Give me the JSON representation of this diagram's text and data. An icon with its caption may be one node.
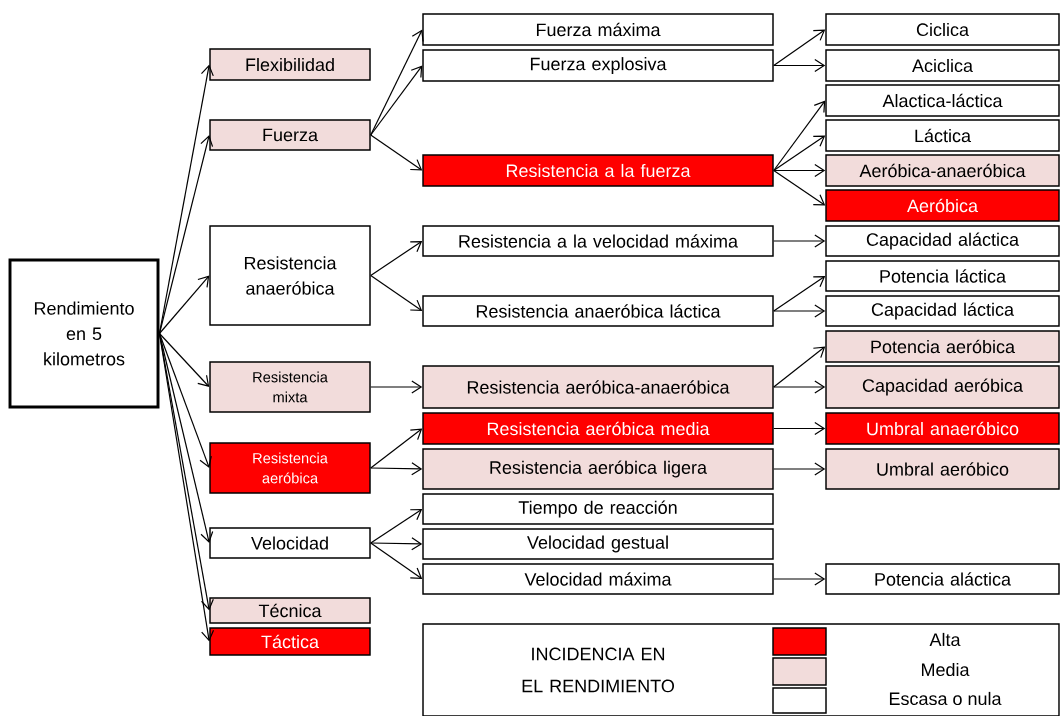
{
  "diagram": {
    "nodes": [
      {
        "text": [
          "Rendimiento en 5 kilometros"
        ]
      },
      {
        "text": [
          "Flexibilidad"
        ]
      },
      {
        "text": [
          "Fuerza"
        ]
      },
      {
        "text": [
          "Resistencia anaeróbica"
        ]
      },
      {
        "text": [
          "Resistencia mixta"
        ]
      },
      {
        "text": [
          "Resistencia aeróbica"
        ]
      },
      {
        "text": [
          "Velocidad"
        ]
      },
      {
        "text": [
          "Técnica"
        ]
      },
      {
        "text": [
          "Táctica"
        ]
      },
      {
        "text": [
          "Fuerza máxima"
        ]
      },
      {
        "text": [
          "Fuerza explosiva"
        ]
      },
      {
        "text": [
          "Resistencia a la fuerza"
        ]
      },
      {
        "text": [
          "Resistencia a la velocidad máxima"
        ]
      },
      {
        "text": [
          "Resistencia anaeróbica láctica"
        ]
      },
      {
        "text": [
          "Resistencia aeróbica-anaeróbica"
        ]
      },
      {
        "text": [
          "Resistencia aeróbica media"
        ]
      },
      {
        "text": [
          "Resistencia aeróbica ligera"
        ]
      },
      {
        "text": [
          "Tiempo de reacción"
        ]
      },
      {
        "text": [
          "Velocidad gestual"
        ]
      },
      {
        "text": [
          "Velocidad máxima"
        ]
      },
      {
        "text": [
          "Ciclica"
        ]
      },
      {
        "text": [
          "Aciclica"
        ]
      },
      {
        "text": [
          "Alactica-láctica"
        ]
      },
      {
        "text": [
          "Láctica"
        ]
      },
      {
        "text": [
          "Aeróbica-anaeróbica"
        ]
      },
      {
        "text": [
          "Aeróbica"
        ]
      },
      {
        "text": [
          "Capacidad aláctica"
        ]
      },
      {
        "text": [
          "Potencia láctica"
        ]
      },
      {
        "text": [
          "Capacidad láctica"
        ]
      },
      {
        "text": [
          "Potencia aeróbica"
        ]
      },
      {
        "text": [
          "Capacidad aeróbica"
        ]
      },
      {
        "text": [
          "Umbral anaeróbico"
        ]
      },
      {
        "text": [
          "Umbral aeróbico"
        ]
      },
      {
        "text": [
          "Potencia aláctica"
        ]
      }
    ],
    "edges": [
      {
        "from": 0,
        "to": 1,
        "arrow": "to"
      },
      {
        "from": 0,
        "to": 2,
        "arrow": "to"
      },
      {
        "from": 0,
        "to": 3,
        "arrow": "to"
      },
      {
        "from": 0,
        "to": 4,
        "arrow": "to"
      },
      {
        "from": 0,
        "to": 5,
        "arrow": "to"
      },
      {
        "from": 0,
        "to": 6,
        "arrow": "to"
      },
      {
        "from": 0,
        "to": 7,
        "arrow": "to"
      },
      {
        "from": 0,
        "to": 8,
        "arrow": "to"
      },
      {
        "from": 2,
        "to": 9,
        "arrow": "to"
      },
      {
        "from": 2,
        "to": 10,
        "arrow": "to"
      },
      {
        "from": 2,
        "to": 11,
        "arrow": "to"
      },
      {
        "from": 10,
        "to": 20,
        "arrow": "to"
      },
      {
        "from": 10,
        "to": 21,
        "arrow": "to"
      },
      {
        "from": 11,
        "to": 22,
        "arrow": "to"
      },
      {
        "from": 11,
        "to": 23,
        "arrow": "to"
      },
      {
        "from": 11,
        "to": 24,
        "arrow": "to"
      },
      {
        "from": 11,
        "to": 25,
        "arrow": "to"
      },
      {
        "from": 3,
        "to": 12,
        "arrow": "to"
      },
      {
        "from": 3,
        "to": 13,
        "arrow": "to"
      },
      {
        "from": 12,
        "to": 26,
        "arrow": "to"
      },
      {
        "from": 13,
        "to": 27,
        "arrow": "to"
      },
      {
        "from": 13,
        "to": 28,
        "arrow": "to"
      },
      {
        "from": 4,
        "to": 14,
        "arrow": "to"
      },
      {
        "from": 14,
        "to": 29,
        "arrow": "to"
      },
      {
        "from": 14,
        "to": 30,
        "arrow": "to"
      },
      {
        "from": 5,
        "to": 15,
        "arrow": "to"
      },
      {
        "from": 5,
        "to": 16,
        "arrow": "to"
      },
      {
        "from": 15,
        "to": 31,
        "arrow": "to"
      },
      {
        "from": 16,
        "to": 32,
        "arrow": "to"
      },
      {
        "from": 6,
        "to": 17,
        "arrow": "to"
      },
      {
        "from": 6,
        "to": 18,
        "arrow": "to"
      },
      {
        "from": 6,
        "to": 19,
        "arrow": "to"
      },
      {
        "from": 19,
        "to": 33,
        "arrow": "to"
      }
    ],
    "labels": [
      "INCIDENCIA EN EL RENDIMIENTO"
    ],
    "legend": [
      {
        "text": "Alta",
        "color": "#ff0000"
      },
      {
        "text": "Media",
        "color": "#f2dcdb"
      },
      {
        "text": "Escasa o nula",
        "color": "#ffffff"
      }
    ]
  }
}
